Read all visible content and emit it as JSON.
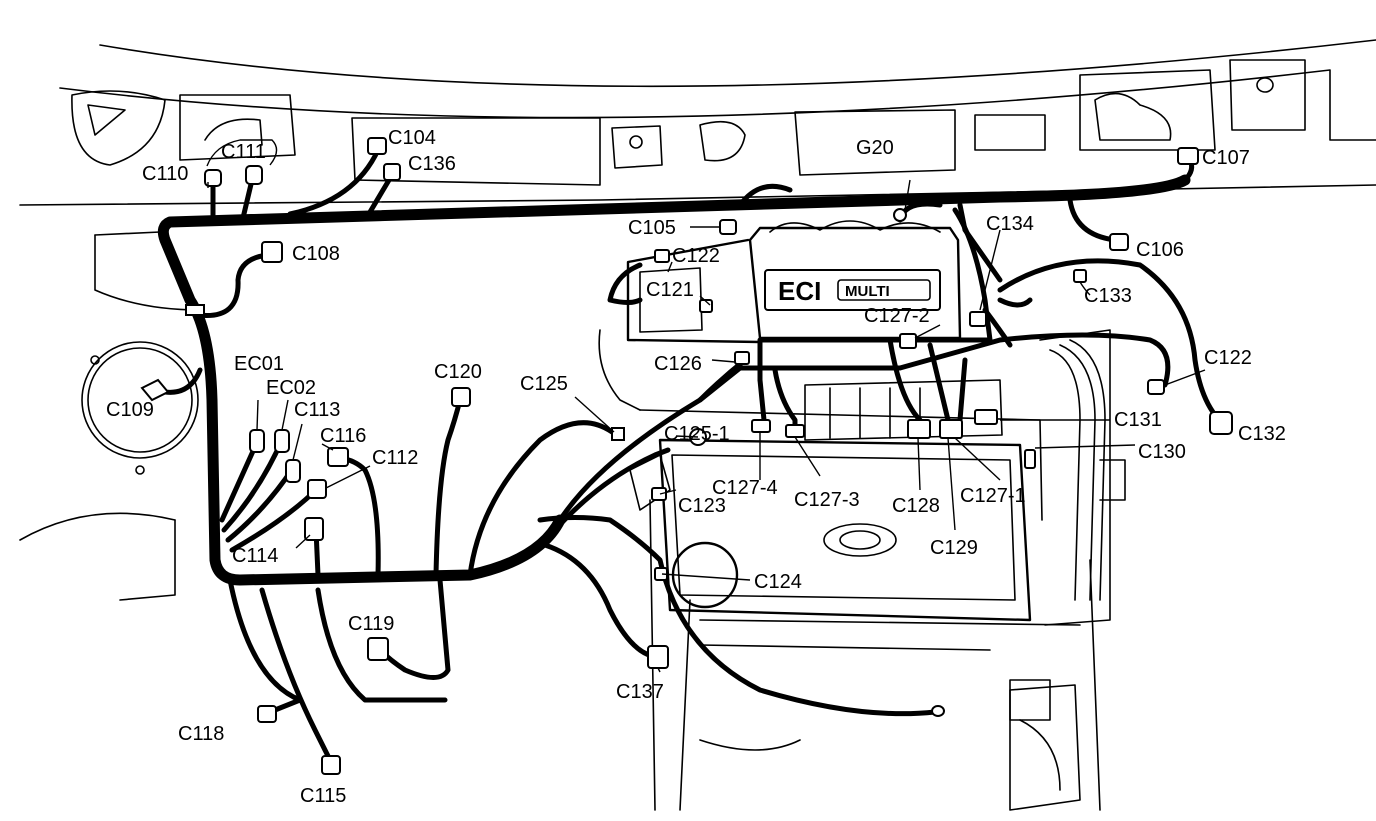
{
  "diagram": {
    "cover_text": "ECI",
    "cover_badge": "MULTI",
    "labels": {
      "C104": "C104",
      "C105": "C105",
      "C106": "C106",
      "C107": "C107",
      "C108": "C108",
      "C109": "C109",
      "C110": "C110",
      "C111": "C111",
      "C112": "C112",
      "C113": "C113",
      "C114": "C114",
      "C115": "C115",
      "C116": "C116",
      "C118": "C118",
      "C119": "C119",
      "C120": "C120",
      "C121": "C121",
      "C122a": "C122",
      "C122b": "C122",
      "C123": "C123",
      "C124": "C124",
      "C125": "C125",
      "C125_1": "C125-1",
      "C126": "C126",
      "C127_1": "C127-1",
      "C127_2": "C127-2",
      "C127_3": "C127-3",
      "C127_4": "C127-4",
      "C128": "C128",
      "C129": "C129",
      "C130": "C130",
      "C131": "C131",
      "C132": "C132",
      "C133": "C133",
      "C134": "C134",
      "C136": "C136",
      "C137": "C137",
      "EC01": "EC01",
      "EC02": "EC02",
      "G20": "G20"
    }
  }
}
